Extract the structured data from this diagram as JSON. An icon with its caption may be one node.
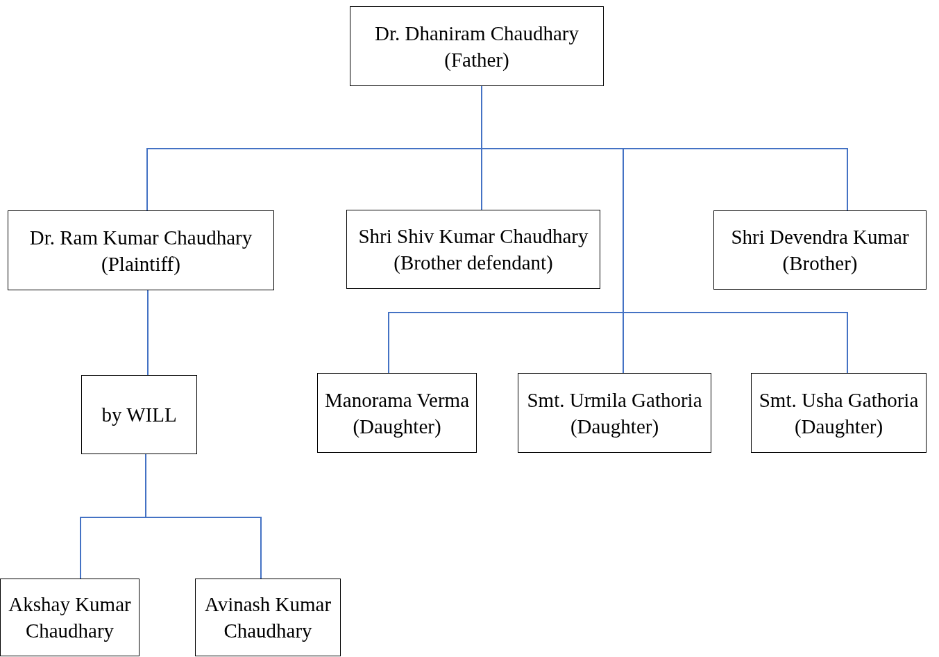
{
  "diagram": {
    "nodes": [
      {
        "text": [
          "Dr. Dhaniram Chaudhary",
          "(Father)"
        ]
      },
      {
        "text": [
          "Dr. Ram Kumar Chaudhary",
          "(Plaintiff)"
        ]
      },
      {
        "text": [
          "Shri Shiv Kumar Chaudhary",
          "(Brother defendant)"
        ]
      },
      {
        "text": [
          "Shri Devendra Kumar",
          "(Brother)"
        ]
      },
      {
        "text": [
          "by WILL"
        ]
      },
      {
        "text": [
          "Manorama Verma",
          "(Daughter)"
        ]
      },
      {
        "text": [
          "Smt. Urmila Gathoria",
          "(Daughter)"
        ]
      },
      {
        "text": [
          "Smt. Usha Gathoria",
          "(Daughter)"
        ]
      },
      {
        "text": [
          "Akshay Kumar Chaudhary"
        ]
      },
      {
        "text": [
          "Avinash Kumar Chaudhary"
        ]
      }
    ],
    "edges": [
      {
        "from": 0,
        "to": 1,
        "arrow": "none"
      },
      {
        "from": 0,
        "to": 2,
        "arrow": "none"
      },
      {
        "from": 0,
        "to": 3,
        "arrow": "none"
      },
      {
        "from": 0,
        "to": 5,
        "arrow": "none"
      },
      {
        "from": 0,
        "to": 6,
        "arrow": "none"
      },
      {
        "from": 0,
        "to": 7,
        "arrow": "none"
      },
      {
        "from": 1,
        "to": 4,
        "arrow": "none"
      },
      {
        "from": 4,
        "to": 8,
        "arrow": "none"
      },
      {
        "from": 4,
        "to": 9,
        "arrow": "none"
      }
    ]
  }
}
